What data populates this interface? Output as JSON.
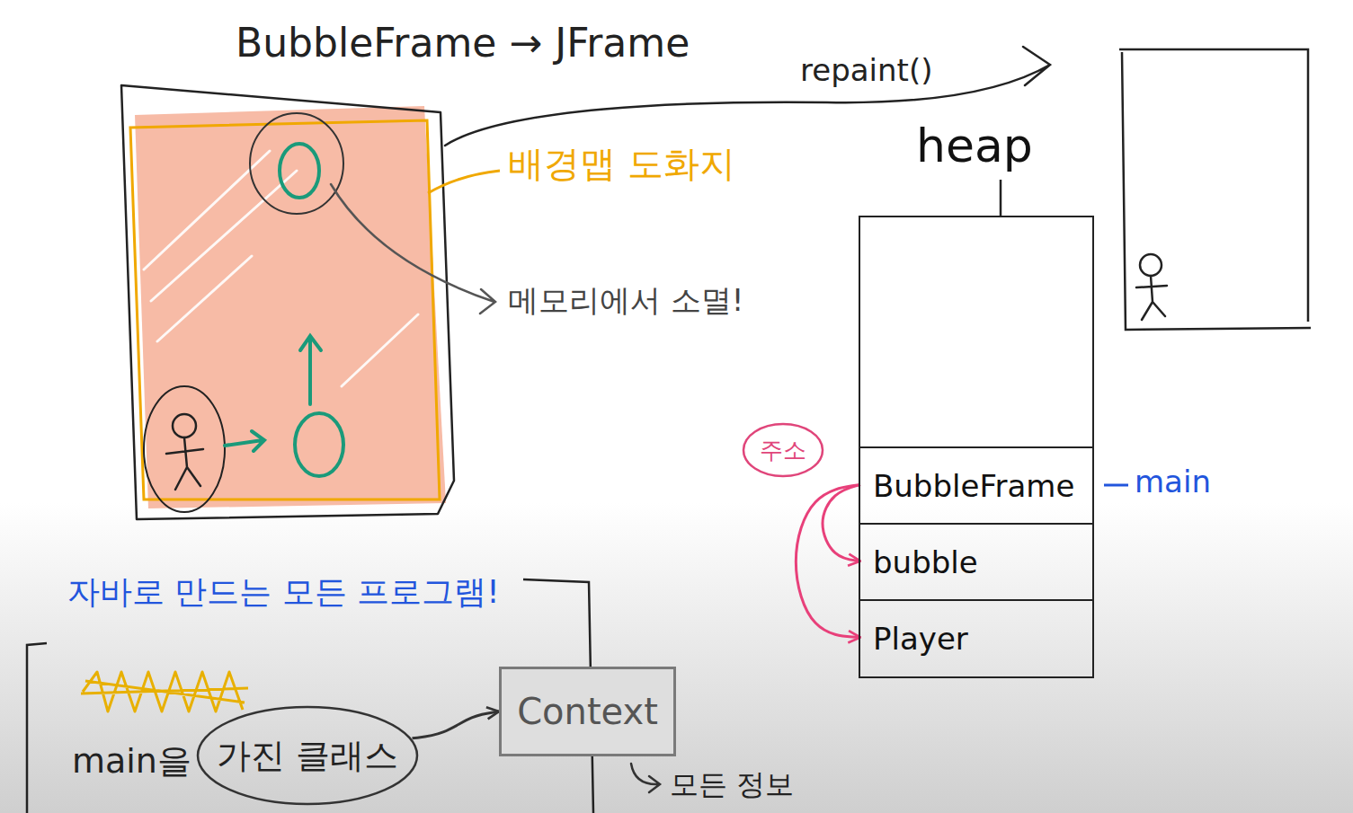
{
  "diagram": {
    "title": "BubbleFrame → JFrame",
    "nodes": [
      {
        "text": [
          "heap"
        ]
      },
      {
        "text": [
          "BubbleFrame"
        ],
        "in": 0
      },
      {
        "text": [
          "bubble"
        ],
        "in": 0
      },
      {
        "text": [
          "Player"
        ],
        "in": 0
      },
      {
        "text": [
          "주소"
        ]
      },
      {
        "text": [
          "가진 클래스"
        ]
      },
      {
        "text": [
          "Context"
        ]
      }
    ],
    "edges": [
      {
        "from": 1,
        "to": 2,
        "arrow": "to"
      },
      {
        "from": 1,
        "to": 3,
        "arrow": "to"
      },
      {
        "from": 5,
        "to": 6,
        "arrow": "to"
      }
    ],
    "labels": [
      "repaint()",
      "배경맵 도화지",
      "메모리에서 소멸!",
      "main",
      "자바로 만드는 모든 프로그램!",
      "main을",
      "모든 정보"
    ]
  }
}
